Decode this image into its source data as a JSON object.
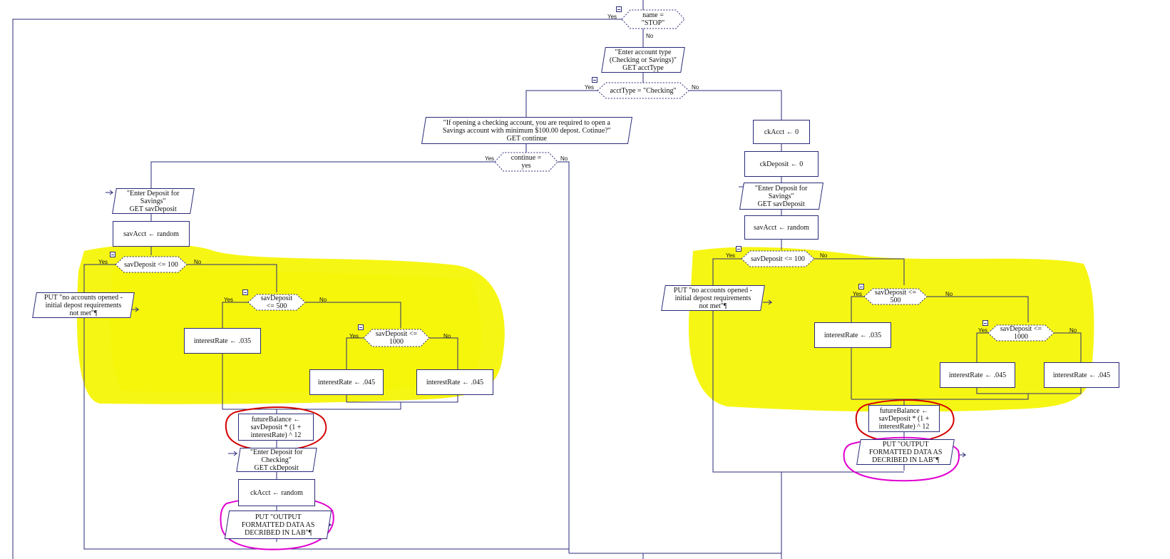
{
  "colors": {
    "line": "#2a2a7a",
    "highlight_yellow": "#f5f500",
    "circle_red": "#d40000",
    "circle_magenta": "#e000d0"
  },
  "decisions": {
    "name_stop": {
      "text": "name = \"STOP\"",
      "yes": "Yes",
      "no": "No"
    },
    "acct_type": {
      "text": "acctType = \"Checking\"",
      "yes": "Yes",
      "no": "No"
    },
    "continue_yes": {
      "text": "continue =\nyes",
      "yes": "Yes",
      "no": "No"
    },
    "left_dep100": {
      "text": "savDeposit <= 100",
      "yes": "Yes",
      "no": "No"
    },
    "left_dep500": {
      "text": "savDeposit <= 500",
      "yes": "Yes",
      "no": "No"
    },
    "left_dep1000": {
      "text": "savDeposit <=\n1000",
      "yes": "Yes",
      "no": "No"
    },
    "right_dep100": {
      "text": "savDeposit <= 100",
      "yes": "Yes",
      "no": "No"
    },
    "right_dep500": {
      "text": "savDeposit <= 500",
      "yes": "Yes",
      "no": "No"
    },
    "right_dep1000": {
      "text": "savDeposit <=\n1000",
      "yes": "Yes",
      "no": "No"
    }
  },
  "io": {
    "enter_acct_type": "\"Enter account type\n(Checking or Savings)\"\nGET acctType",
    "checking_prompt": "\"If opening a checking account, you are required to open a\nSavings account with minimum $100.00 depost. Cotinue?\"\nGET continue",
    "left_enter_sav": "\"Enter Deposit for\nSavings\"\nGET savDeposit",
    "left_put_none": "PUT \"no accounts opened -\ninitial depost requirements\nnot met\"¶",
    "left_enter_ck": "\"Enter Deposit for\nChecking\"\nGET ckDeposit",
    "left_put_output": "PUT \"OUTPUT\nFORMATTED DATA AS\nDECRIBED IN LAB\"¶",
    "right_enter_sav": "\"Enter Deposit for\nSavings\"\nGET savDeposit",
    "right_put_none": "PUT \"no accounts opened -\ninitial depost requirements\nnot met\"¶",
    "right_put_output": "PUT \"OUTPUT\nFORMATTED DATA AS\nDECRIBED IN LAB\"¶"
  },
  "assign": {
    "left_savacct": "savAcct ← random",
    "left_rate035": "interestRate ← .035",
    "left_rate045a": "interestRate ← .045",
    "left_rate045b": "interestRate ← .045",
    "left_future": "futureBalance ←\nsavDeposit * (1 +\ninterestRate) ^ 12",
    "left_ckacct": "ckAcct ← random",
    "right_ckacct0": "ckAcct ← 0",
    "right_ckdep0": "ckDeposit ← 0",
    "right_savacct": "savAcct ← random",
    "right_rate035": "interestRate ← .035",
    "right_rate045a": "interestRate ← .045",
    "right_rate045b": "interestRate ← .045",
    "right_future": "futureBalance ←\nsavDeposit * (1 +\ninterestRate) ^ 12"
  }
}
